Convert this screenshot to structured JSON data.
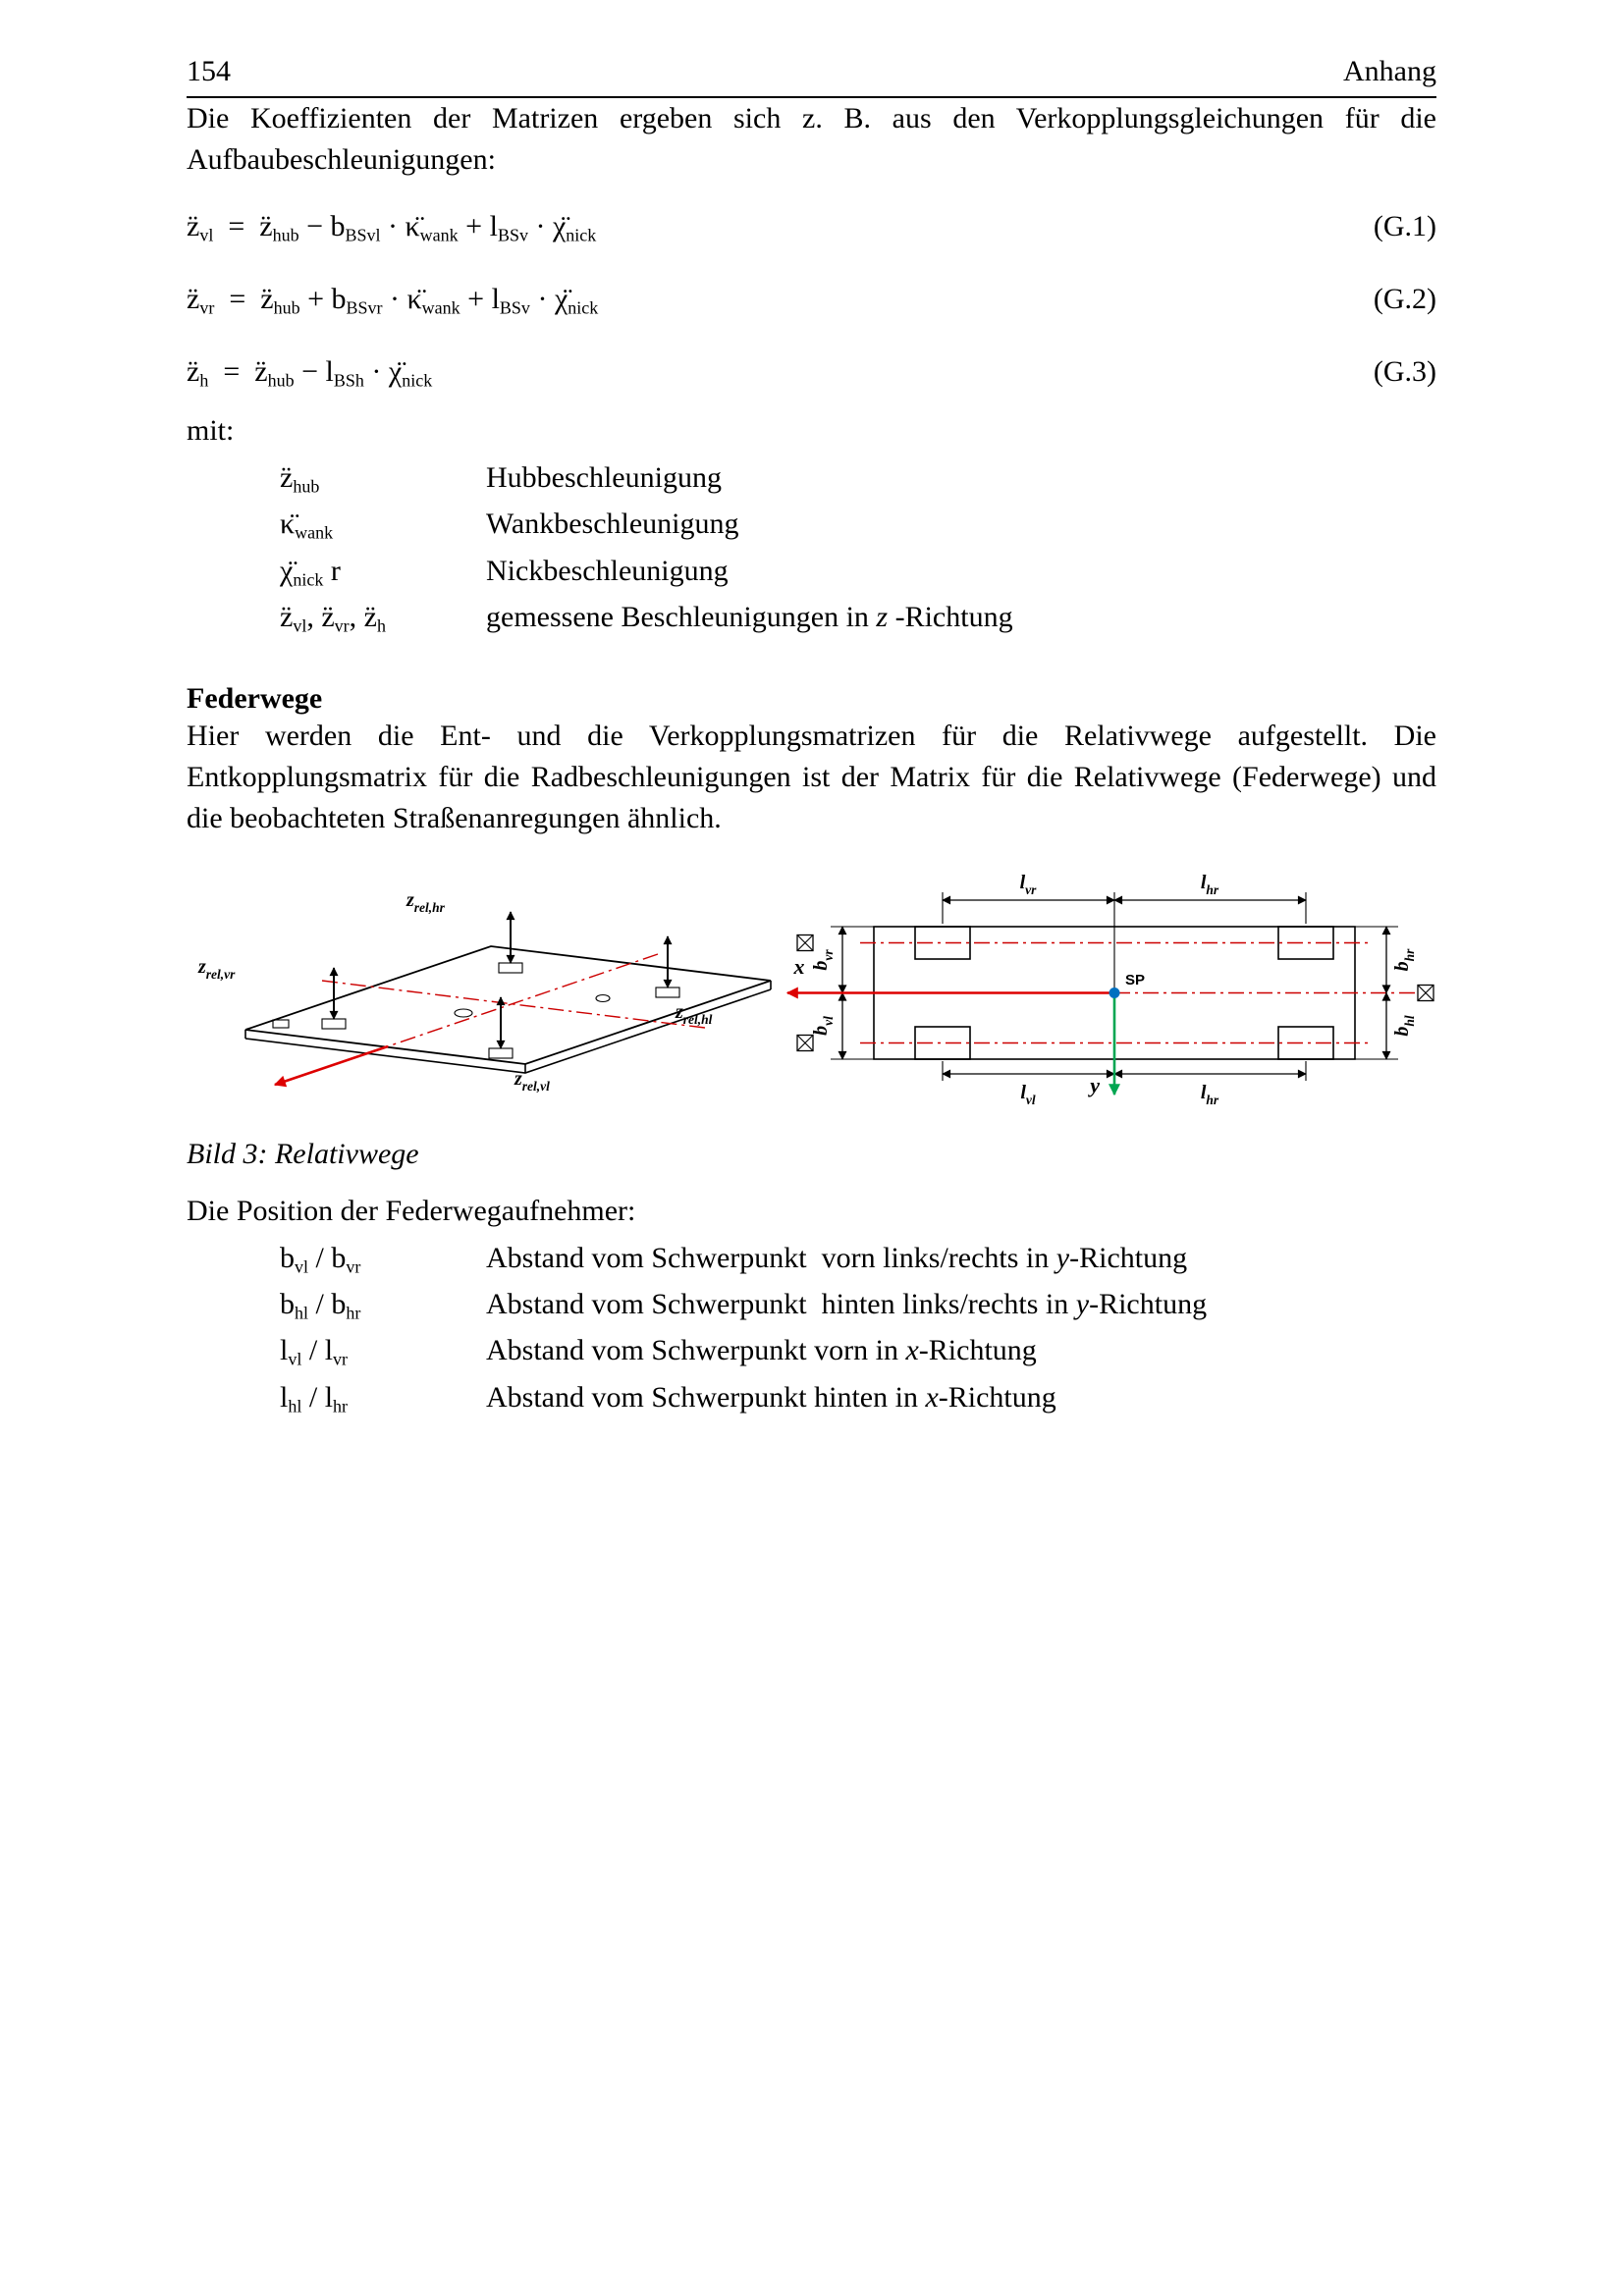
{
  "page": {
    "number": "154",
    "section": "Anhang"
  },
  "intro": {
    "text": "Die Koeffizienten der Matrizen ergeben sich z. B. aus den Verkopplungsgleichungen für die Aufbaubeschleunigungen:"
  },
  "equations": [
    {
      "label": "(G.1)",
      "parts": [
        {
          "t": "z̈",
          "s": "vl"
        },
        {
          "o": "  =  "
        },
        {
          "t": "z̈",
          "s": "hub"
        },
        {
          "o": " − "
        },
        {
          "t": "b",
          "s": "BSvl"
        },
        {
          "o": " · "
        },
        {
          "t": "κ̈",
          "s": "wank"
        },
        {
          "o": " + "
        },
        {
          "t": "l",
          "s": "BSv"
        },
        {
          "o": " · "
        },
        {
          "t": "χ̈",
          "s": "nick"
        }
      ]
    },
    {
      "label": "(G.2)",
      "parts": [
        {
          "t": "z̈",
          "s": "vr"
        },
        {
          "o": "  =  "
        },
        {
          "t": "z̈",
          "s": "hub"
        },
        {
          "o": " + "
        },
        {
          "t": "b",
          "s": "BSvr"
        },
        {
          "o": " · "
        },
        {
          "t": "κ̈",
          "s": "wank"
        },
        {
          "o": " + "
        },
        {
          "t": "l",
          "s": "BSv"
        },
        {
          "o": " · "
        },
        {
          "t": "χ̈",
          "s": "nick"
        }
      ]
    },
    {
      "label": "(G.3)",
      "parts": [
        {
          "t": "z̈",
          "s": "h"
        },
        {
          "o": "  =  "
        },
        {
          "t": "z̈",
          "s": "hub"
        },
        {
          "o": " − "
        },
        {
          "t": "l",
          "s": "BSh"
        },
        {
          "o": " · "
        },
        {
          "t": "χ̈",
          "s": "nick"
        }
      ]
    }
  ],
  "mit_label": "mit:",
  "definitions": [
    {
      "parts": [
        {
          "t": "z̈",
          "s": "hub"
        }
      ],
      "desc": {
        "pre": "Hubbeschleunigung"
      }
    },
    {
      "parts": [
        {
          "t": "κ̈",
          "s": "wank"
        }
      ],
      "desc": {
        "pre": "Wankbeschleunigung"
      }
    },
    {
      "parts": [
        {
          "t": "χ̈",
          "s": "nick"
        },
        {
          "o": " r"
        }
      ],
      "desc": {
        "pre": "Nickbeschleunigung"
      }
    },
    {
      "parts": [
        {
          "t": "z̈",
          "s": "vl"
        },
        {
          "o": ", "
        },
        {
          "t": "z̈",
          "s": "vr"
        },
        {
          "o": ", "
        },
        {
          "t": "z̈",
          "s": "h"
        }
      ],
      "desc": {
        "pre": "gemessene Beschleunigungen in ",
        "em": "z",
        "post": " -Richtung"
      }
    }
  ],
  "federwege": {
    "heading": "Federwege",
    "text": "Hier werden die Ent- und die Verkopplungsmatrizen für die Relativwege aufgestellt. Die Entkopplungsmatrix für die Radbeschleunigungen ist der Matrix für die Relativwege (Federwege) und die beobachteten Straßenanregungen ähnlich."
  },
  "figure": {
    "caption": "Bild 3: Relativwege",
    "left": {
      "labels": {
        "hr": {
          "b": "z",
          "s": "rel,hr"
        },
        "vr": {
          "b": "z",
          "s": "rel,vr"
        },
        "hl": {
          "b": "z",
          "s": "rel,hl"
        },
        "vl": {
          "b": "z",
          "s": "rel,vl"
        }
      }
    },
    "right": {
      "sp": "SP",
      "x": "x",
      "y": "y",
      "dims": {
        "top_left": {
          "b": "l",
          "s": "vr"
        },
        "top_right": {
          "b": "l",
          "s": "hr"
        },
        "bottom_left": {
          "b": "l",
          "s": "vl"
        },
        "bottom_right": {
          "b": "l",
          "s": "hr"
        },
        "left_top": {
          "b": "b",
          "s": "vr"
        },
        "left_bottom": {
          "b": "b",
          "s": "vl"
        },
        "right_top": {
          "b": "b",
          "s": "hr"
        },
        "right_bottom": {
          "b": "b",
          "s": "hl"
        }
      }
    },
    "colors": {
      "centerline": "#cc0000",
      "x_axis": "#dd0000",
      "y_axis": "#00a651",
      "sp_dot": "#0070c0",
      "line": "#000000"
    }
  },
  "position": {
    "intro": "Die Position der Federwegaufnehmer:",
    "items": [
      {
        "parts": [
          {
            "t": "b",
            "s": "vl"
          },
          {
            "o": " / "
          },
          {
            "t": "b",
            "s": "vr"
          }
        ],
        "desc": {
          "pre": "Abstand vom Schwerpunkt  vorn links/rechts in ",
          "em": "y",
          "post": "-Richtung"
        }
      },
      {
        "parts": [
          {
            "t": "b",
            "s": "hl"
          },
          {
            "o": " / "
          },
          {
            "t": "b",
            "s": "hr"
          }
        ],
        "desc": {
          "pre": "Abstand vom Schwerpunkt  hinten links/rechts in ",
          "em": "y",
          "post": "-Richtung"
        }
      },
      {
        "parts": [
          {
            "t": "l",
            "s": "vl"
          },
          {
            "o": " / "
          },
          {
            "t": "l",
            "s": "vr"
          }
        ],
        "desc": {
          "pre": "Abstand vom Schwerpunkt vorn in ",
          "em": "x",
          "post": "-Richtung"
        }
      },
      {
        "parts": [
          {
            "t": "l",
            "s": "hl"
          },
          {
            "o": " / "
          },
          {
            "t": "l",
            "s": "hr"
          }
        ],
        "desc": {
          "pre": "Abstand vom Schwerpunkt hinten in ",
          "em": "x",
          "post": "-Richtung"
        }
      }
    ]
  }
}
